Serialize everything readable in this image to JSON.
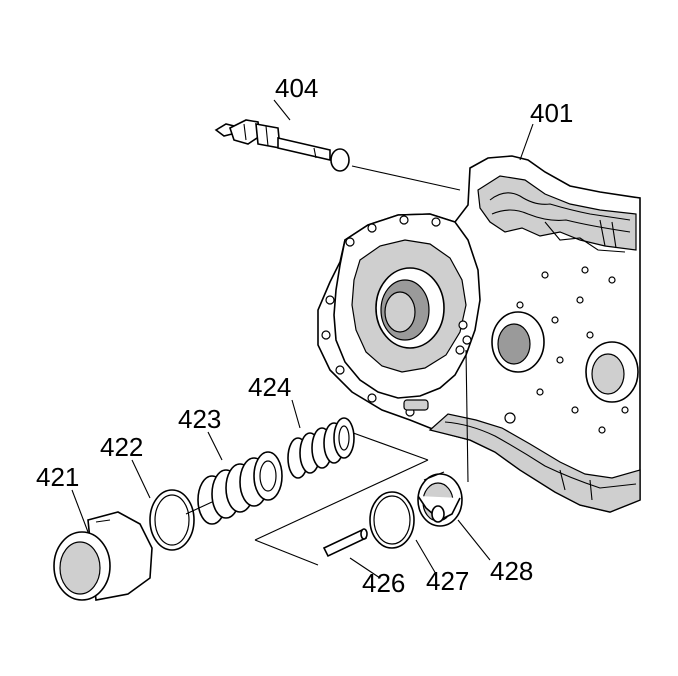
{
  "callouts": {
    "c404": "404",
    "c401": "401",
    "c424": "424",
    "c423": "423",
    "c422": "422",
    "c421": "421",
    "c426": "426",
    "c427": "427",
    "c428": "428"
  }
}
